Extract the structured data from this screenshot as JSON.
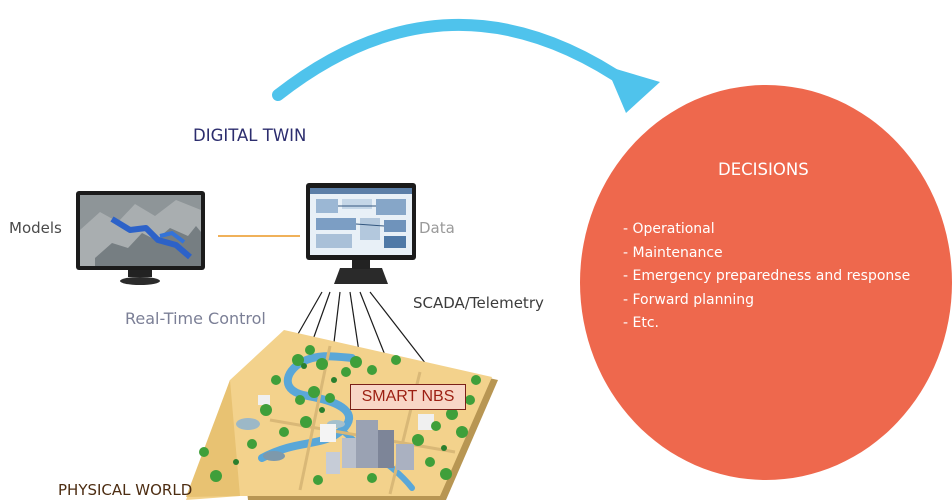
{
  "header": {
    "title": "DIGITAL TWIN"
  },
  "left_labels": {
    "models": "Models",
    "data": "Data",
    "real_time_control": "Real-Time Control",
    "scada": "SCADA/Telemetry",
    "physical_world": "PHYSICAL WORLD"
  },
  "map": {
    "badge": "SMART NBS"
  },
  "decisions": {
    "title": "DECISIONS",
    "items": [
      "- Operational",
      "- Maintenance",
      "- Emergency preparedness and response",
      "- Forward planning",
      "- Etc."
    ]
  },
  "colors": {
    "arrow": "#4fc3ec",
    "decisions_fill": "#ee684d",
    "map_ground": "#f3d28c",
    "river": "#5aa7d8",
    "tree": "#3f9f3a",
    "connector": "#f0b15a"
  }
}
